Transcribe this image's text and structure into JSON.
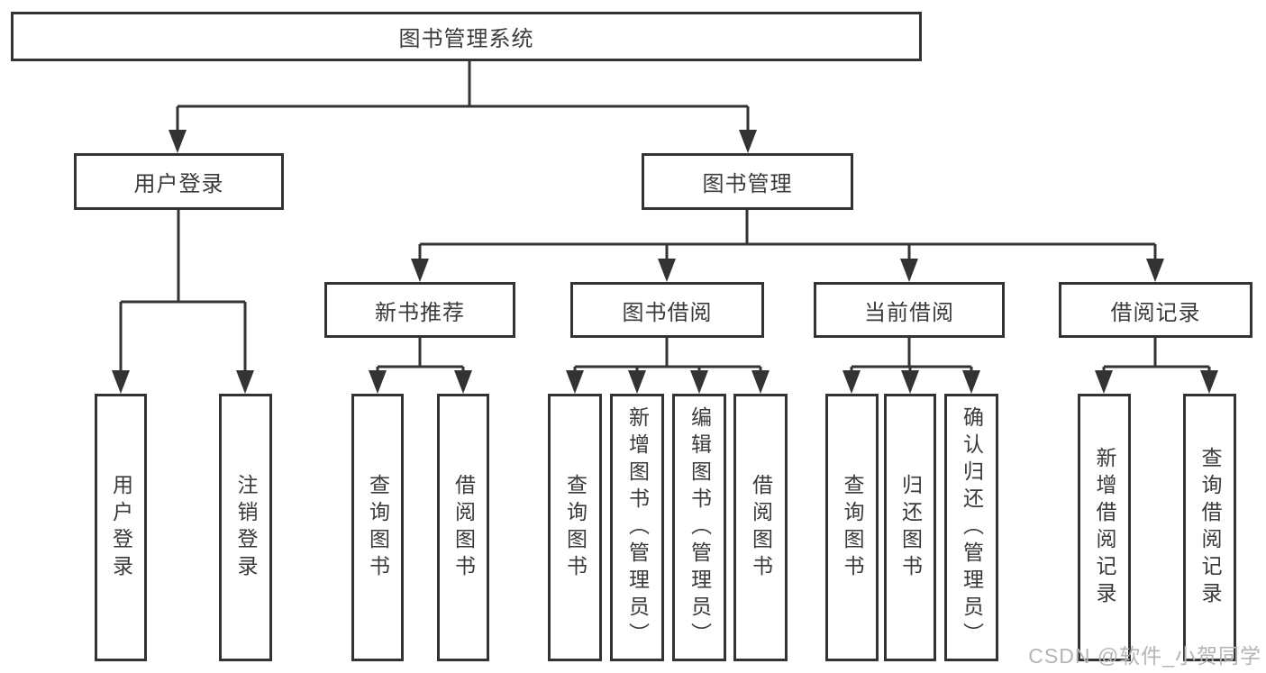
{
  "diagram": {
    "type": "hierarchy-tree",
    "root": {
      "label": "图书管理系统"
    },
    "branches": [
      {
        "label": "用户登录",
        "children": [
          {
            "label": "用户登录"
          },
          {
            "label": "注销登录"
          }
        ]
      },
      {
        "label": "图书管理",
        "children": [
          {
            "label": "新书推荐",
            "children": [
              {
                "label": "查询图书"
              },
              {
                "label": "借阅图书"
              }
            ]
          },
          {
            "label": "图书借阅",
            "children": [
              {
                "label": "查询图书"
              },
              {
                "label": "新增图书（管理员）"
              },
              {
                "label": "编辑图书（管理员）"
              },
              {
                "label": "借阅图书"
              }
            ]
          },
          {
            "label": "当前借阅",
            "children": [
              {
                "label": "查询图书"
              },
              {
                "label": "归还图书"
              },
              {
                "label": "确认归还（管理员）"
              }
            ]
          },
          {
            "label": "借阅记录",
            "children": [
              {
                "label": "新增借阅记录"
              },
              {
                "label": "查询借阅记录"
              }
            ]
          }
        ]
      }
    ]
  },
  "watermark": {
    "text": "CSDN @软件_小贺同学"
  },
  "colors": {
    "line": "#333333",
    "box_border": "#333333",
    "text": "#3a3a3a",
    "watermark": "#b3b5b9",
    "background": "#ffffff"
  }
}
